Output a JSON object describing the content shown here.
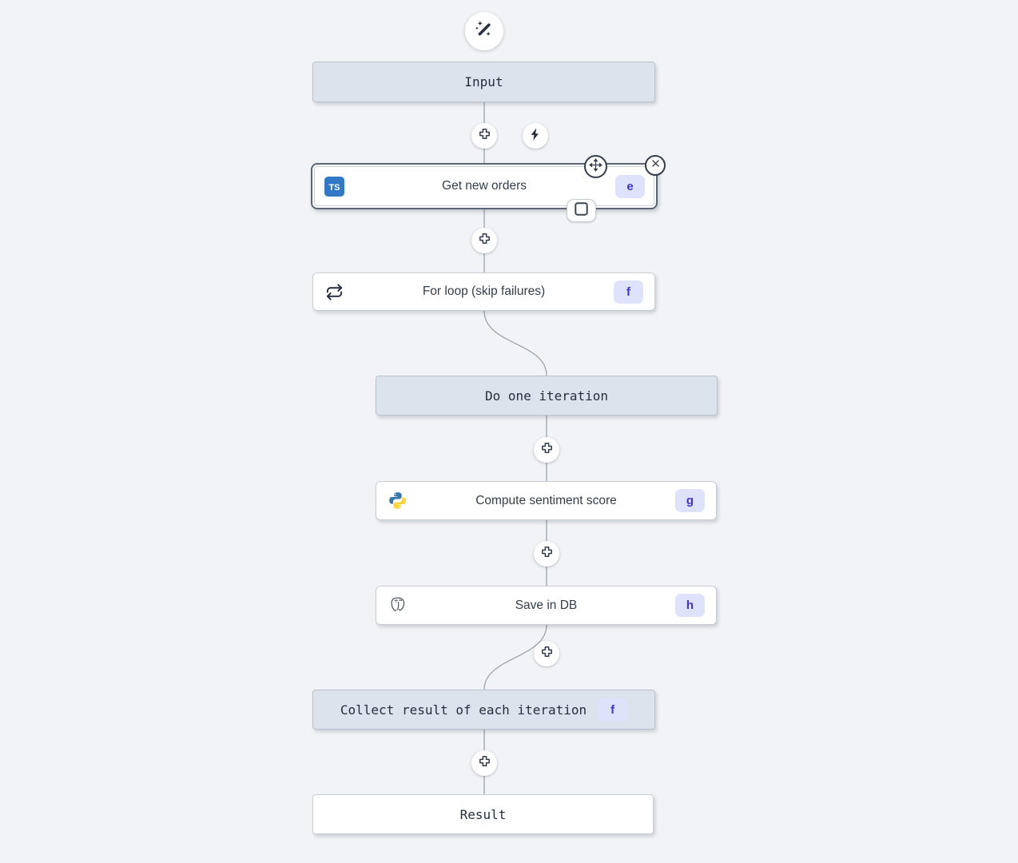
{
  "flow": {
    "trigger": {
      "icon": "magic-wand-icon"
    },
    "nodes": {
      "input": {
        "label": "Input"
      },
      "get_new_orders": {
        "label": "Get new orders",
        "badge": "e",
        "icon": "typescript-icon",
        "selected": true
      },
      "for_loop": {
        "label": "For loop (skip failures)",
        "badge": "f",
        "icon": "loop-icon"
      },
      "do_one_iteration": {
        "label": "Do one iteration"
      },
      "compute_sentiment_score": {
        "label": "Compute sentiment score",
        "badge": "g",
        "icon": "python-icon"
      },
      "save_in_db": {
        "label": "Save in DB",
        "badge": "h",
        "icon": "postgresql-icon"
      },
      "collect_result": {
        "label": "Collect result of each iteration",
        "badge": "f"
      },
      "result": {
        "label": "Result"
      }
    },
    "ts_icon_text": "TS",
    "colors": {
      "canvas_bg": "#f1f3f6",
      "virtual_node_bg": "#dce3ec",
      "node_border": "#c7ced6",
      "selected_border": "#5c6573",
      "badge_bg": "#dfe2fb",
      "badge_text": "#4134c9",
      "typescript_blue": "#3178c6",
      "python_blue": "#3776ab",
      "python_yellow": "#ffd43b",
      "connector": "#9aa3ad",
      "text_dark": "#27303f"
    }
  }
}
